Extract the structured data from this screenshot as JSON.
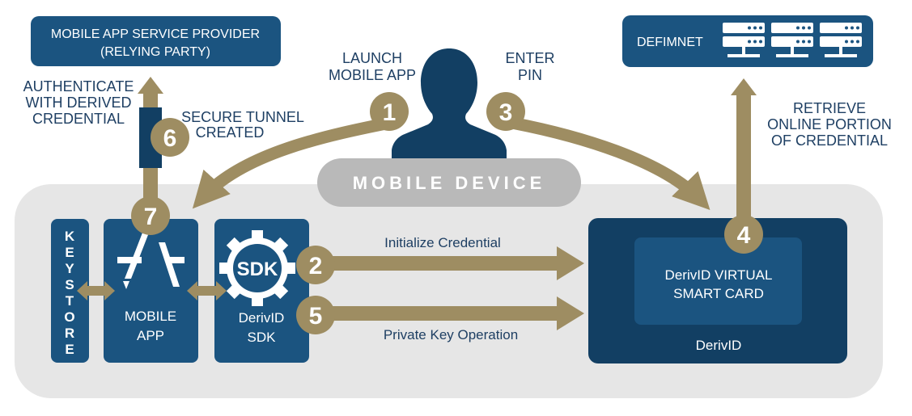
{
  "colors": {
    "navy": "#1b5480",
    "navy_dark": "#123f63",
    "tan": "#9e8d62",
    "grey_panel": "#e6e6e6",
    "grey_pill": "#b9b9b9"
  },
  "provider": {
    "line1": "MOBILE APP SERVICE PROVIDER",
    "line2": "(RELYING PARTY)"
  },
  "defimnet": {
    "label": "DEFIMNET",
    "icon": "server-rack-icon"
  },
  "user": {
    "icon": "user-silhouette-icon"
  },
  "mobile_device": {
    "label": "MOBILE DEVICE"
  },
  "keystore": {
    "letters": [
      "K",
      "E",
      "Y",
      "S",
      "T",
      "O",
      "R",
      "E"
    ]
  },
  "mobile_app": {
    "line1": "MOBILE",
    "line2": "APP",
    "icon": "app-store-icon"
  },
  "sdk": {
    "badge": "SDK",
    "line1": "DerivID",
    "line2": "SDK",
    "icon": "gear-icon"
  },
  "derivid": {
    "inner_line1": "DerivID VIRTUAL",
    "inner_line2": "SMART CARD",
    "label": "DerivID"
  },
  "steps": {
    "s1": {
      "number": "1",
      "line1": "LAUNCH",
      "line2": "MOBILE APP"
    },
    "s2": {
      "number": "2",
      "label": "Initialize Credential"
    },
    "s3": {
      "number": "3",
      "line1": "ENTER",
      "line2": "PIN"
    },
    "s4": {
      "number": "4",
      "line1": "RETRIEVE",
      "line2": "ONLINE PORTION",
      "line3": "OF CREDENTIAL"
    },
    "s5": {
      "number": "5",
      "label": "Private Key Operation"
    },
    "s6": {
      "number": "6",
      "line1": "SECURE TUNNEL",
      "line2": "CREATED"
    },
    "s7": {
      "number": "7",
      "line1": "AUTHENTICATE",
      "line2": "WITH DERIVED",
      "line3": "CREDENTIAL"
    }
  }
}
